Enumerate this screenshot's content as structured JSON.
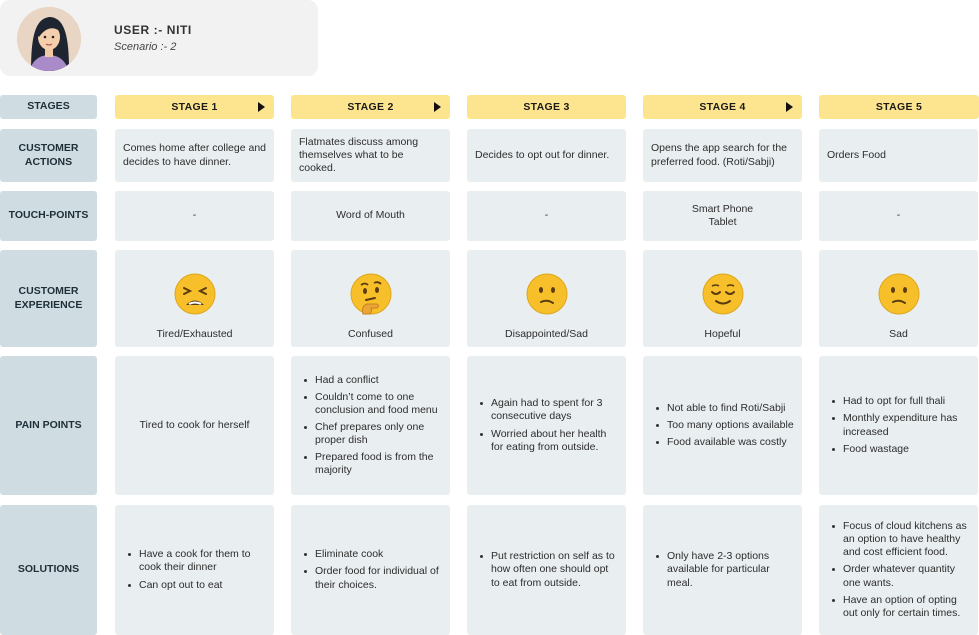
{
  "user": {
    "name": "USER :- NITI",
    "scenario": "Scenario :- 2"
  },
  "row_labels": {
    "stages": "STAGES",
    "customer_actions": "CUSTOMER ACTIONS",
    "touch_points": "TOUCH-POINTS",
    "customer_experience": "CUSTOMER EXPERIENCE",
    "pain_points": "PAIN POINTS",
    "solutions": "SOLUTIONS"
  },
  "stages": [
    {
      "title": "STAGE 1",
      "has_arrow": true,
      "action": "Comes home after college and decides to have dinner.",
      "touch_point": "-",
      "experience": {
        "label": "Tired/Exhausted",
        "emoji": "tired-face-icon"
      },
      "pain_points_text": "Tired to cook for herself",
      "pain_points": [],
      "solutions": [
        "Have a cook for them to cook their dinner",
        "Can opt out to eat"
      ]
    },
    {
      "title": "STAGE 2",
      "has_arrow": true,
      "action": "Flatmates discuss among themselves what to be cooked.",
      "touch_point": "Word of Mouth",
      "experience": {
        "label": "Confused",
        "emoji": "thinking-face-icon"
      },
      "pain_points_text": "",
      "pain_points": [
        "Had a conflict",
        "Couldn’t come to one conclusion and food menu",
        "Chef prepares only one proper dish",
        "Prepared food is from the majority"
      ],
      "solutions": [
        "Eliminate cook",
        "Order food for individual of their choices."
      ]
    },
    {
      "title": "STAGE 3",
      "has_arrow": false,
      "action": "Decides to opt out for dinner.",
      "touch_point": "-",
      "experience": {
        "label": "Disappointed/Sad",
        "emoji": "confused-face-icon"
      },
      "pain_points_text": "",
      "pain_points": [
        "Again had to spent for 3 consecutive days",
        "Worried about her health for eating from outside."
      ],
      "solutions": [
        "Put restriction on self as to how often one should opt to eat from outside."
      ]
    },
    {
      "title": "STAGE 4",
      "has_arrow": true,
      "action": "Opens the app search for the preferred food. (Roti/Sabji)",
      "touch_point": "Smart Phone\nTablet",
      "experience": {
        "label": "Hopeful",
        "emoji": "relieved-face-icon"
      },
      "pain_points_text": "",
      "pain_points": [
        "Not able to find Roti/Sabji",
        "Too many options available",
        "Food available was costly"
      ],
      "solutions": [
        "Only have 2-3 options available for particular meal."
      ]
    },
    {
      "title": "STAGE 5",
      "has_arrow": false,
      "action": "Orders Food",
      "touch_point": "-",
      "experience": {
        "label": "Sad",
        "emoji": "confused-face-icon"
      },
      "pain_points_text": "",
      "pain_points": [
        "Had to opt for full thali",
        "Monthly expenditure has increased",
        "Food wastage"
      ],
      "solutions": [
        "Focus of cloud kitchens as an option to have healthy and cost efficient food.",
        "Order whatever quantity one wants.",
        "Have an option of opting out only for certain times."
      ]
    }
  ],
  "colors": {
    "stage_header": "#fde58f",
    "row_label": "#cfdde2",
    "cell": "#e9eef0",
    "emoji_yellow": "#f7c02b"
  }
}
